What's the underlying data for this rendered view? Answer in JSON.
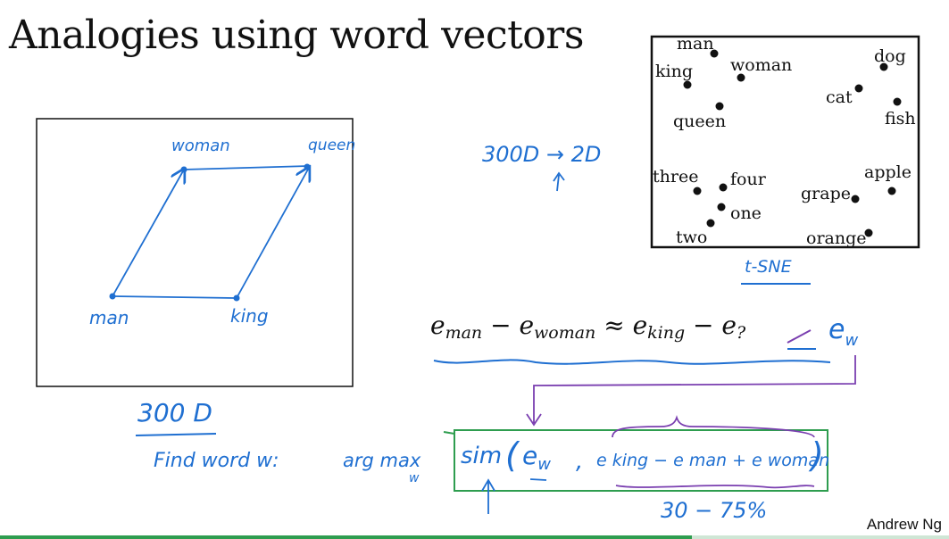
{
  "slide": {
    "title": "Analogies using word vectors",
    "author": "Andrew Ng"
  },
  "parallelogram": {
    "points": {
      "woman": "woman",
      "queen": "queen",
      "man": "man",
      "king": "king"
    },
    "dimension_label": "300 D"
  },
  "tsne": {
    "words": [
      "man",
      "woman",
      "king",
      "queen",
      "dog",
      "cat",
      "fish",
      "three",
      "four",
      "one",
      "two",
      "apple",
      "grape",
      "orange"
    ],
    "method_label": "t-SNE",
    "reduction_note": "300D → 2D"
  },
  "equation": {
    "e": "e",
    "sub_man": "man",
    "sub_woman": "woman",
    "sub_king": "king",
    "sub_unknown": "?",
    "minus": " − ",
    "approx": " ≈ ",
    "handwritten_replacement": "e",
    "handwritten_sub": "w"
  },
  "find": {
    "prompt": "Find word w:",
    "argmax": "arg max",
    "argmax_sub": "w",
    "sim": "sim",
    "expr_ew": "e",
    "expr_ew_sub": "w",
    "expr_rest": "e king − e man + e woman",
    "accuracy": "30 − 75%"
  },
  "colors": {
    "ink_blue": "#1f6fd1",
    "ink_purple": "#7a3fb0",
    "ink_green": "#2e9d4f",
    "black": "#111111"
  }
}
